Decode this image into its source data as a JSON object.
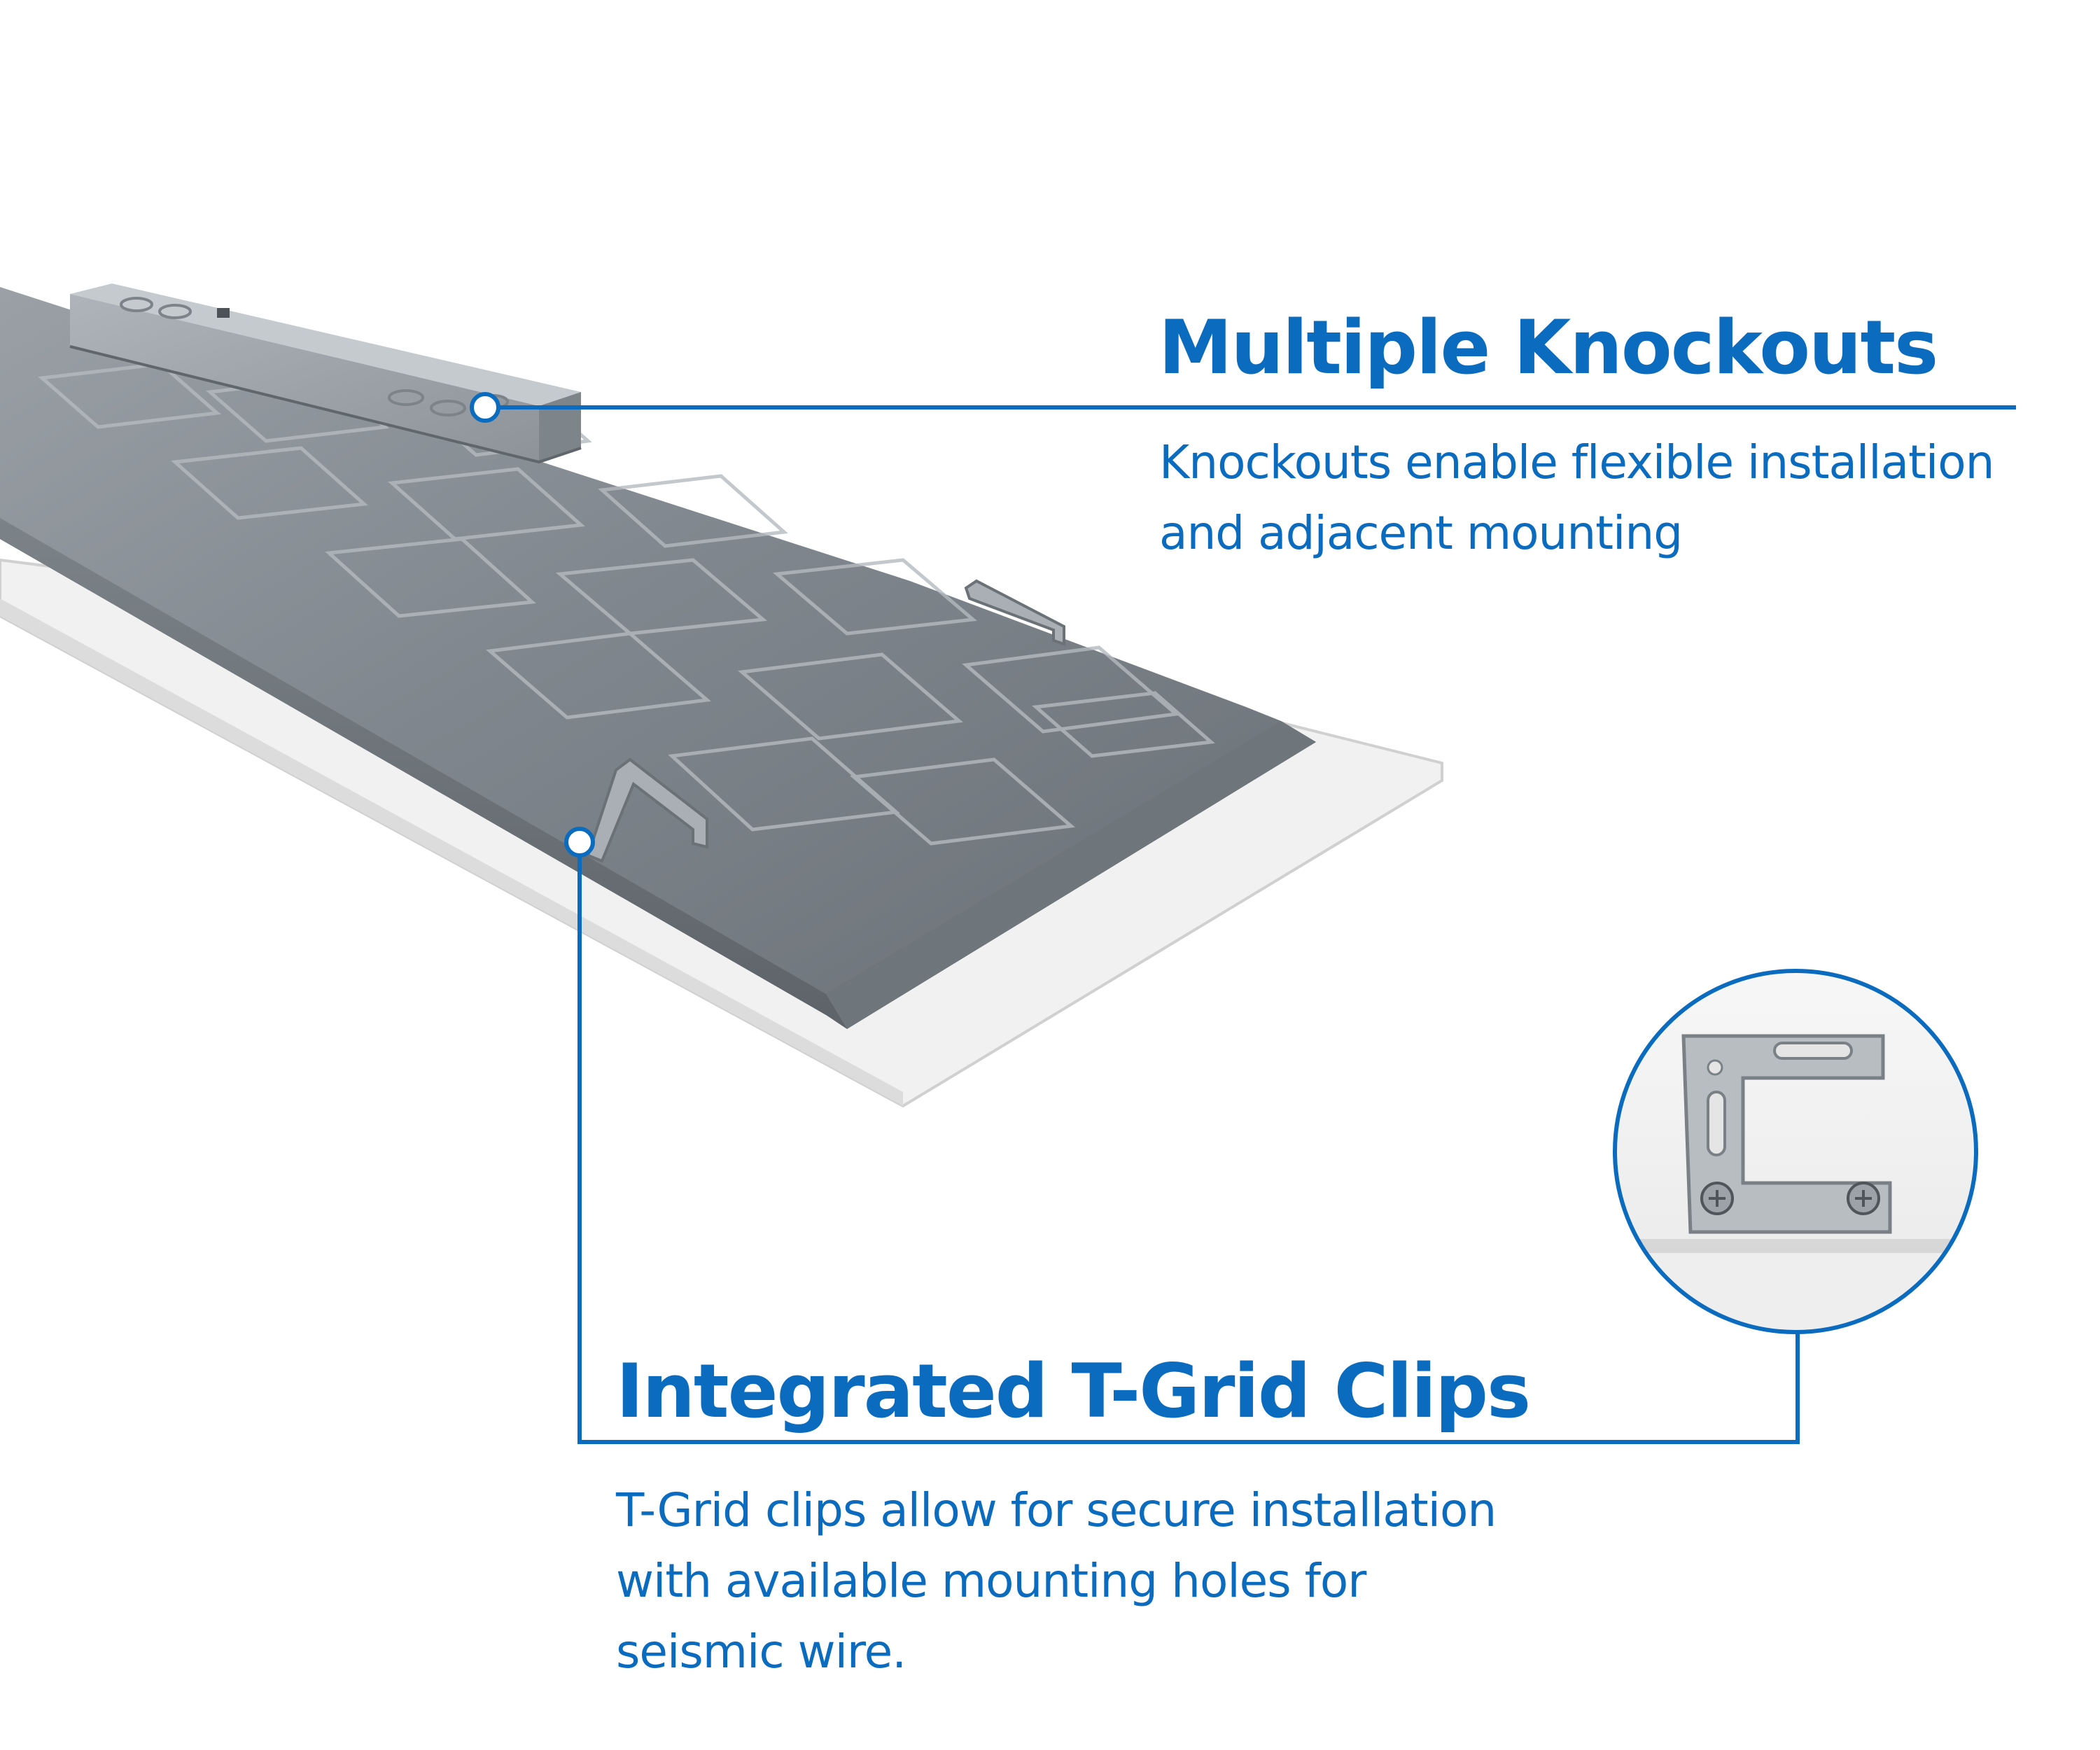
{
  "colors": {
    "accent": "#0b6bbf",
    "background": "#ffffff",
    "panel_metal": "#8a9096",
    "frame": "#f2f2f2"
  },
  "callouts": [
    {
      "id": "knockouts",
      "title": "Multiple Knockouts",
      "description": "Knockouts enable flexible installation and adjacent mounting"
    },
    {
      "id": "tgrid",
      "title": "Integrated T-Grid Clips",
      "description": "T-Grid clips allow for secure installation with available mounting holes for seismic wire."
    }
  ],
  "images": {
    "product": "led-flat-panel-back-view",
    "detail_inset": "t-grid-clip-closeup"
  }
}
